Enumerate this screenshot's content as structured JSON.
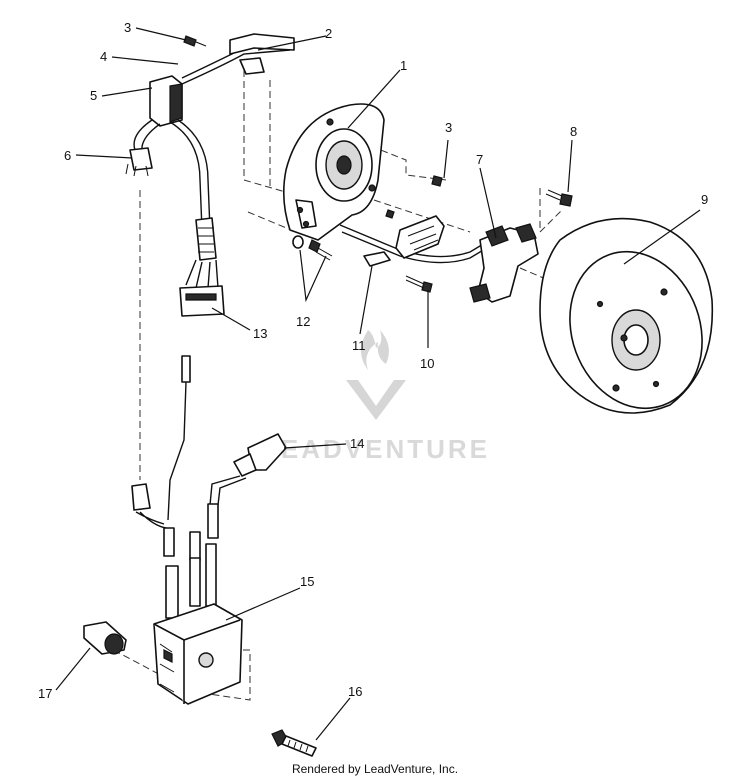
{
  "callouts": {
    "c1": "1",
    "c2": "2",
    "c3a": "3",
    "c3b": "3",
    "c4": "4",
    "c5": "5",
    "c6": "6",
    "c7": "7",
    "c8": "8",
    "c9": "9",
    "c10": "10",
    "c11": "11",
    "c12": "12",
    "c13": "13",
    "c14": "14",
    "c15": "15",
    "c16": "16",
    "c17": "17"
  },
  "watermark": {
    "text": "LEADVENTURE"
  },
  "footer": {
    "text": "Rendered by LeadVenture, Inc."
  }
}
